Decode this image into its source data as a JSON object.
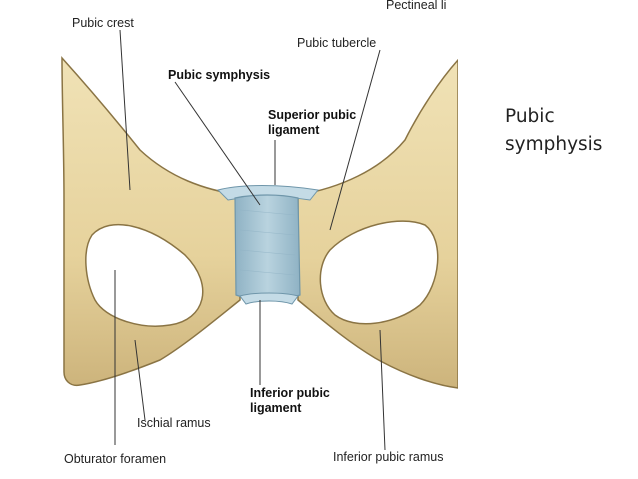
{
  "side_title": "Pubic symphysis",
  "labels": {
    "pubic_crest": "Pubic crest",
    "pectineal_line": "Pectineal li",
    "pubic_tubercle": "Pubic tubercle",
    "pubic_symphysis": "Pubic symphysis",
    "superior_pubic_ligament": "Superior pubic ligament",
    "inferior_pubic_ligament": "Inferior pubic ligament",
    "ischial_ramus": "Ischial ramus",
    "obturator_foramen": "Obturator foramen",
    "inferior_pubic_ramus": "Inferior pubic ramus"
  },
  "colors": {
    "bone": "#e9d9a9",
    "bone_shadow": "#c9b27a",
    "bone_outline": "#8a7444",
    "cartilage": "#9fbfcf",
    "cartilage_light": "#c4dbe6",
    "leader_line": "#333333"
  }
}
